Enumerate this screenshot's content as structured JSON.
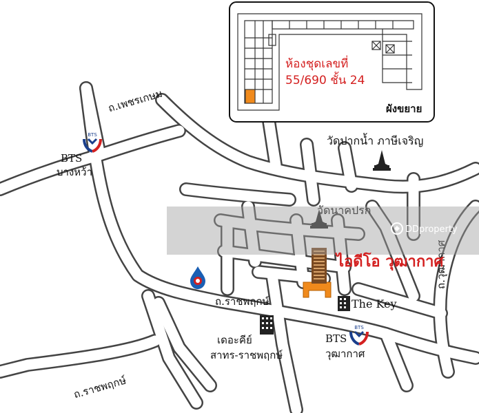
{
  "inset": {
    "unit_label_line1": "ห้องชุดเลขที่",
    "unit_label_line2": "55/690 ชั้น 24",
    "caption": "ผังขยาย"
  },
  "roads": {
    "phetkasem": "ถ.เพชรเกษม",
    "ratchaphruek_mid": "ถ.ราชพฤกษ์",
    "ratchaphruek_sw": "ถ.ราชพฤกษ์",
    "wutthakat": "ถ.วุฒากาศ"
  },
  "stations": {
    "bang_wa_line1": "BTS",
    "bang_wa_line2": "บางหว้า",
    "wutthakat_line1": "BTS",
    "wutthakat_line2": "วุฒากาศ",
    "bts_logo_text": "BTS"
  },
  "landmarks": {
    "wat_paknam": "วัดปากน้ำ ภาษีเจริญ",
    "wat_nakprok": "วัดนาคปรก",
    "the_key": "The Key",
    "the_key_sathorn_line1": "เดอะคีย์",
    "the_key_sathorn_line2": "สาทร-ราชพฤกษ์"
  },
  "project": {
    "name": "ไอดีโอ วุฒากาศ"
  },
  "watermark": {
    "text": "DDproperty"
  },
  "colors": {
    "road": "#ffffff",
    "road_outline": "#444444",
    "project_red": "#d42020",
    "unit_orange": "#f08a1c",
    "bts_blue": "#1a3f8c",
    "bts_red": "#d42020",
    "ptt_blue": "#1a5fb4"
  }
}
